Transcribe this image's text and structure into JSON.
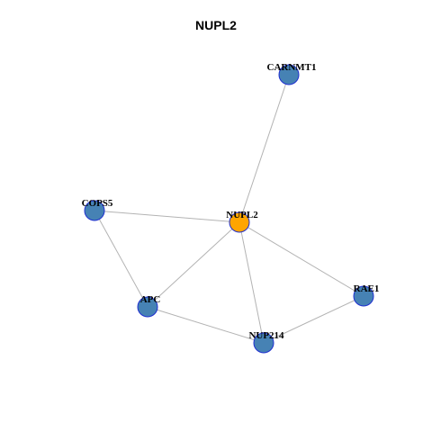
{
  "title": "NUPL2",
  "colors": {
    "center_node": "#ffa500",
    "neighbor_node": "#4682b4",
    "node_border": "#1f2fd0",
    "edge": "#b3b3b3"
  },
  "nodes": [
    {
      "id": "NUPL2",
      "label": "NUPL2",
      "role": "center"
    },
    {
      "id": "CARNMT1",
      "label": "CARNMT1",
      "role": "neighbor"
    },
    {
      "id": "COPS5",
      "label": "COPS5",
      "role": "neighbor"
    },
    {
      "id": "APC",
      "label": "APC",
      "role": "neighbor"
    },
    {
      "id": "NUP214",
      "label": "NUP214",
      "role": "neighbor"
    },
    {
      "id": "RAE1",
      "label": "RAE1",
      "role": "neighbor"
    }
  ],
  "edges": [
    {
      "source": "NUPL2",
      "target": "CARNMT1"
    },
    {
      "source": "NUPL2",
      "target": "COPS5"
    },
    {
      "source": "NUPL2",
      "target": "APC"
    },
    {
      "source": "NUPL2",
      "target": "NUP214"
    },
    {
      "source": "NUPL2",
      "target": "RAE1"
    },
    {
      "source": "COPS5",
      "target": "APC"
    },
    {
      "source": "APC",
      "target": "NUP214"
    },
    {
      "source": "NUP214",
      "target": "RAE1"
    }
  ]
}
